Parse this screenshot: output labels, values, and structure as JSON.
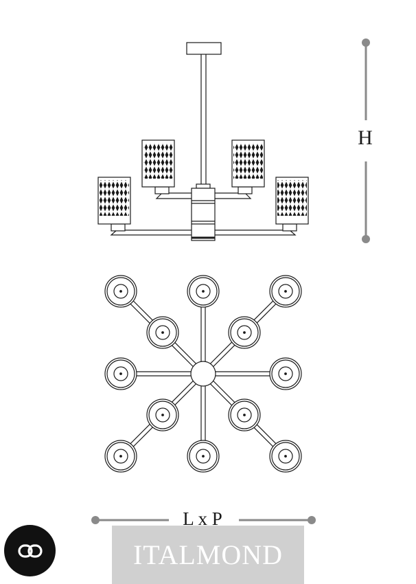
{
  "dimensions": {
    "height_label": "H",
    "footprint_label": "L x P"
  },
  "watermark": {
    "text": "ITALMOND"
  },
  "chat_button": {
    "icon": "link-icon"
  },
  "colors": {
    "line": "#1a1a1a",
    "dimension_line": "#8a8a8a",
    "watermark_bg": "#d0d0d0",
    "chat_bg": "#111111"
  }
}
